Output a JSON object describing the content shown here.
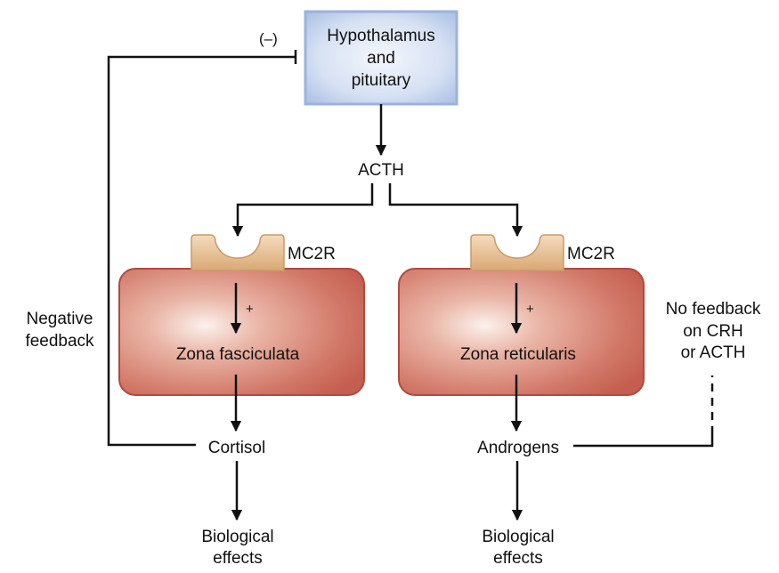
{
  "hypothalamus": {
    "line1": "Hypothalamus",
    "line2": "and",
    "line3": "pituitary"
  },
  "inhibition": "(–)",
  "acth": "ACTH",
  "receptor": "MC2R",
  "stimulation": "+",
  "zones": {
    "left": "Zona fasciculata",
    "right": "Zona reticularis"
  },
  "negative_feedback": {
    "line1": "Negative",
    "line2": "feedback"
  },
  "no_feedback": {
    "line1": "No feedback",
    "line2": "on CRH",
    "line3": "or ACTH"
  },
  "products": {
    "left": "Cortisol",
    "right": "Androgens"
  },
  "effects": {
    "line1": "Biological",
    "line2": "effects"
  },
  "colors": {
    "box_fill": "#c8d6ee",
    "box_border": "#9db2dc",
    "cell": "#c85a50",
    "receptor": "#e3b98a"
  }
}
